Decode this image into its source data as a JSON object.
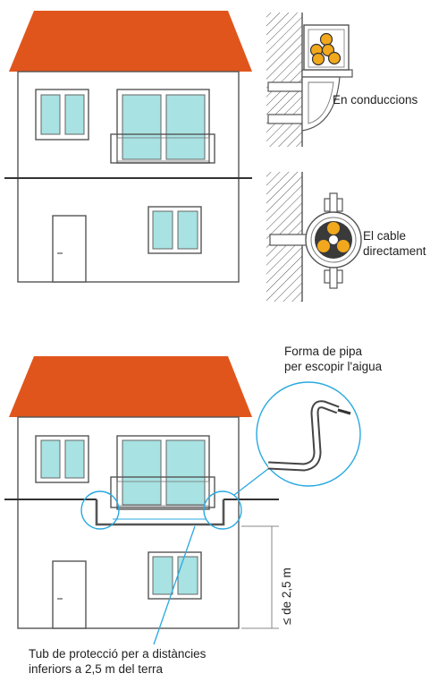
{
  "labels": {
    "conduit": "En conduccions",
    "direct_line1": "El cable",
    "direct_line2": "directament",
    "pipe_line1": "Forma de pipa",
    "pipe_line2": "per escopir l'aigua",
    "tube_line1": "Tub de protecció per a distàncies",
    "tube_line2": "inferiors a 2,5 m del terra",
    "height": "≤ de 2,5 m"
  },
  "colors": {
    "roof": "#e0551c",
    "glass": "#a8e2e2",
    "outline": "#555555",
    "callout": "#29a9e0",
    "cable_core": "#f2a81d",
    "cable_dark": "#3a3a3a"
  }
}
